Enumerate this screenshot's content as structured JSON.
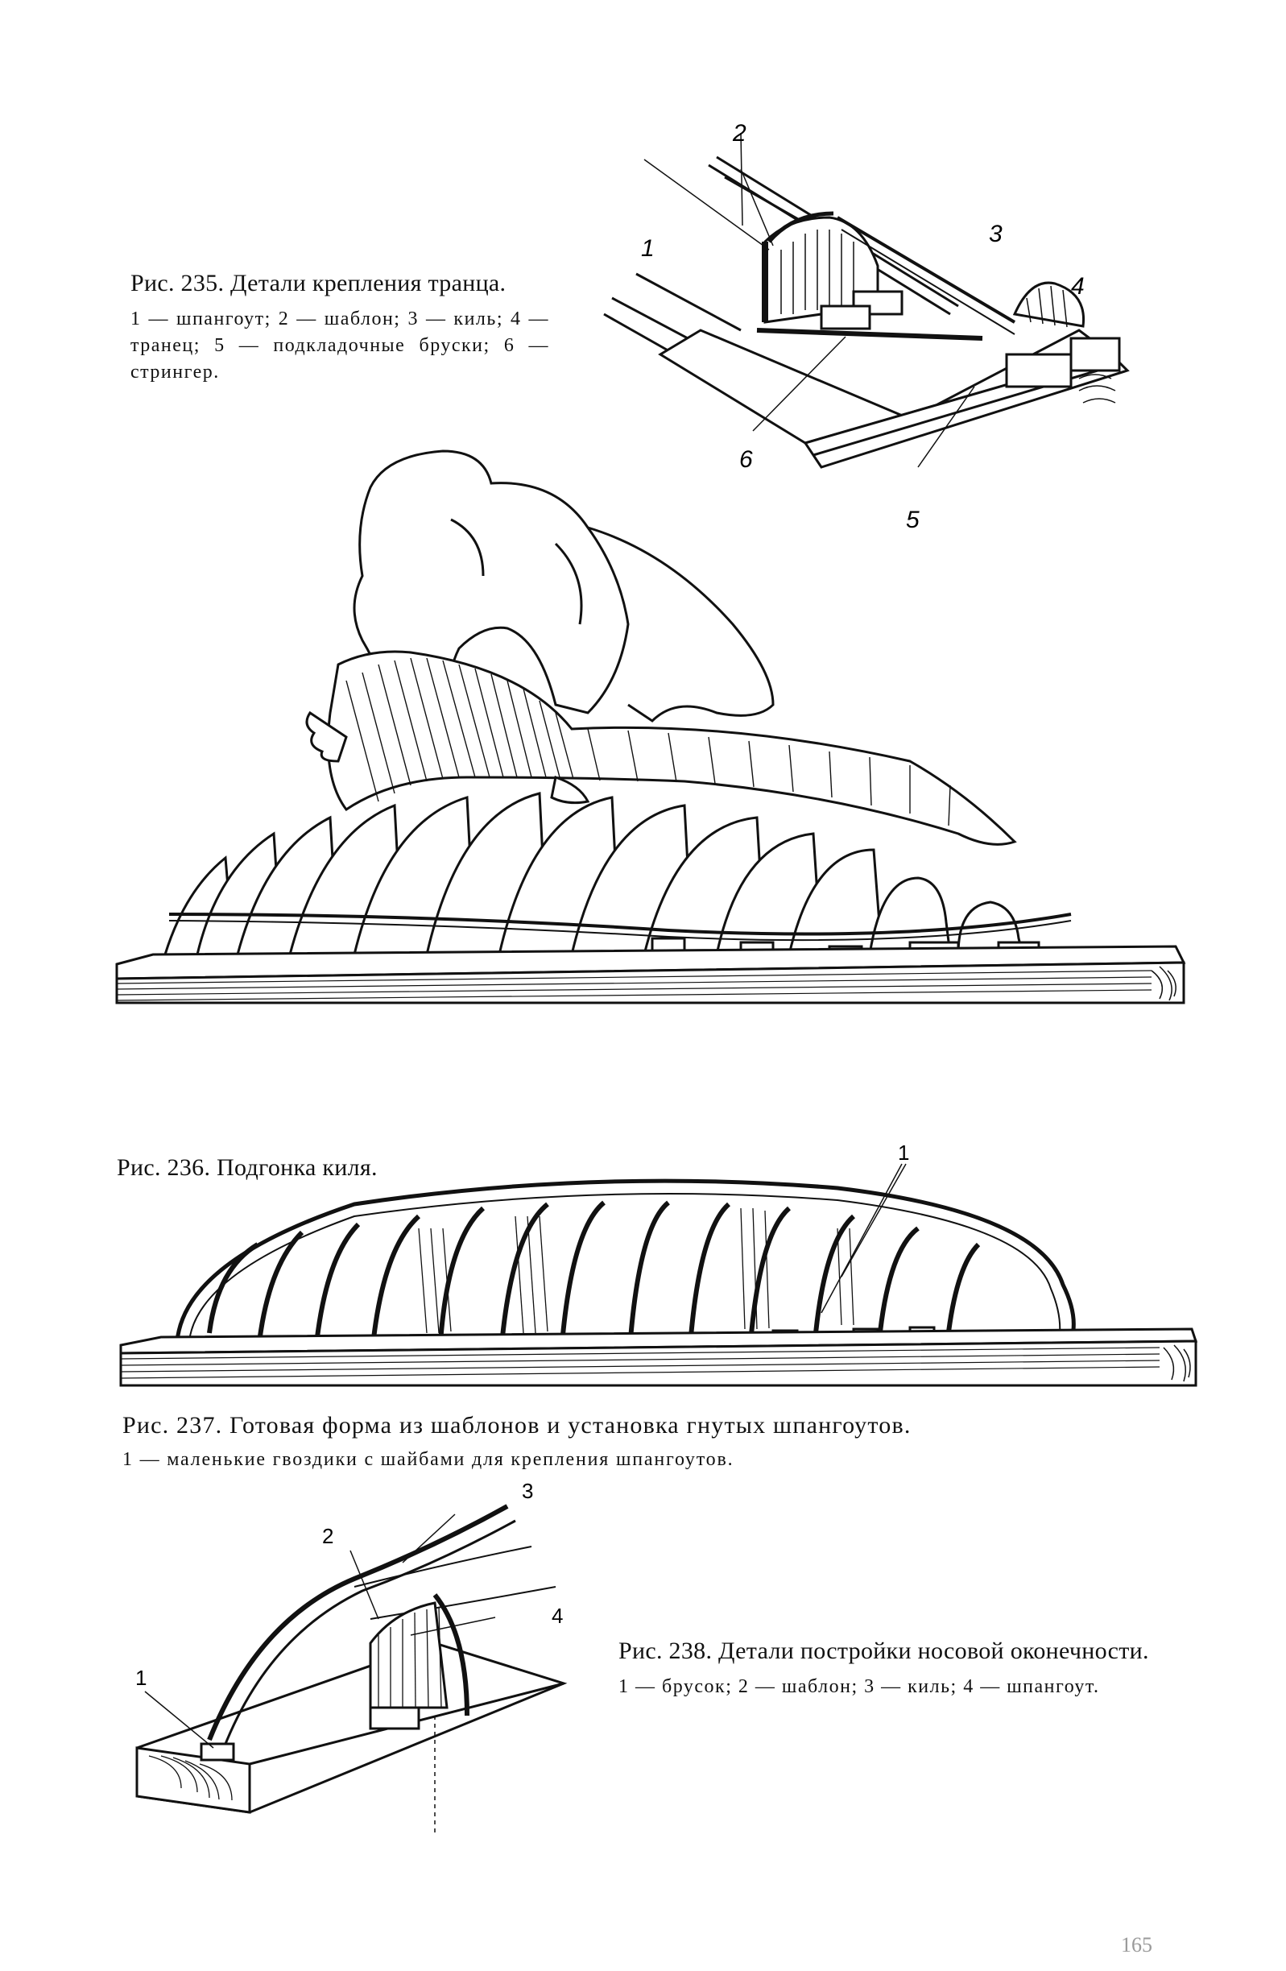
{
  "fig235": {
    "title": "Рис. 235. Детали крепления транца.",
    "legend": "1 — шпангоут; 2 — шаблон; 3 — киль; 4 — транец; 5 — подкладочные бруски; 6 — стрингер.",
    "callouts": [
      "1",
      "2",
      "3",
      "4",
      "5",
      "6"
    ]
  },
  "fig236": {
    "title": "Рис. 236. Подгонка киля."
  },
  "fig237": {
    "title": "Рис. 237. Готовая форма из шаблонов и установка гнутых шпангоутов.",
    "legend": "1 — маленькие гвоздики с шайбами для крепления шпангоутов.",
    "callouts": [
      "1"
    ]
  },
  "fig238": {
    "title": "Рис. 238. Детали постройки носовой оконечности.",
    "legend": "1 — брусок; 2 — шаблон; 3 — киль; 4 — шпангоут.",
    "callouts": [
      "1",
      "2",
      "3",
      "4"
    ]
  },
  "page_number": "165"
}
